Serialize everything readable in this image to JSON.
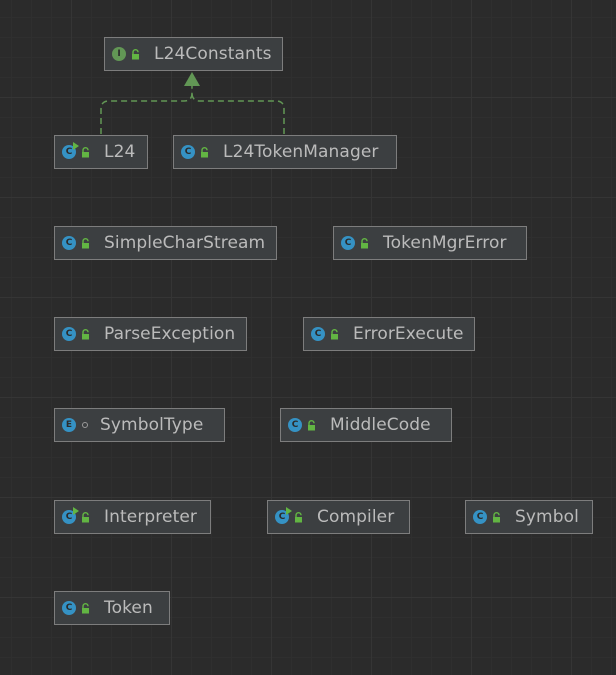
{
  "colors": {
    "background": "#2b2b2b",
    "node_fill": "#3c3f41",
    "node_border": "#7d7d7d",
    "label": "#bbbbbb",
    "class_icon": "#3592c4",
    "interface_icon": "#629755",
    "public_lock": "#62b543",
    "edge": "#629755"
  },
  "nodes": {
    "l24_constants": {
      "label": "L24Constants",
      "kind": "interface",
      "icon_letter": "I",
      "access": "public",
      "icon": "interface-icon"
    },
    "l24": {
      "label": "L24",
      "kind": "class",
      "icon_letter": "C",
      "access": "public",
      "runnable": true,
      "icon": "runnable-class-icon"
    },
    "l24_token_manager": {
      "label": "L24TokenManager",
      "kind": "class",
      "icon_letter": "C",
      "access": "public",
      "icon": "class-icon"
    },
    "simple_char_stream": {
      "label": "SimpleCharStream",
      "kind": "class",
      "icon_letter": "C",
      "access": "public",
      "icon": "class-icon"
    },
    "token_mgr_error": {
      "label": "TokenMgrError",
      "kind": "class",
      "icon_letter": "C",
      "access": "public",
      "icon": "class-icon"
    },
    "parse_exception": {
      "label": "ParseException",
      "kind": "class",
      "icon_letter": "C",
      "access": "public",
      "icon": "class-icon"
    },
    "error_execute": {
      "label": "ErrorExecute",
      "kind": "class",
      "icon_letter": "C",
      "access": "public",
      "icon": "class-icon"
    },
    "symbol_type": {
      "label": "SymbolType",
      "kind": "enum",
      "icon_letter": "E",
      "access": "package",
      "icon": "enum-icon"
    },
    "middle_code": {
      "label": "MiddleCode",
      "kind": "class",
      "icon_letter": "C",
      "access": "public",
      "icon": "class-icon"
    },
    "interpreter": {
      "label": "Interpreter",
      "kind": "class",
      "icon_letter": "C",
      "access": "public",
      "runnable": true,
      "icon": "runnable-class-icon"
    },
    "compiler": {
      "label": "Compiler",
      "kind": "class",
      "icon_letter": "C",
      "access": "public",
      "runnable": true,
      "icon": "runnable-class-icon"
    },
    "symbol": {
      "label": "Symbol",
      "kind": "class",
      "icon_letter": "C",
      "access": "public",
      "icon": "class-icon"
    },
    "token": {
      "label": "Token",
      "kind": "class",
      "icon_letter": "C",
      "access": "public",
      "icon": "class-icon"
    }
  },
  "edges": [
    {
      "from": "l24",
      "to": "l24_constants",
      "type": "implements",
      "style": "dashed"
    },
    {
      "from": "l24_token_manager",
      "to": "l24_constants",
      "type": "implements",
      "style": "dashed"
    }
  ]
}
